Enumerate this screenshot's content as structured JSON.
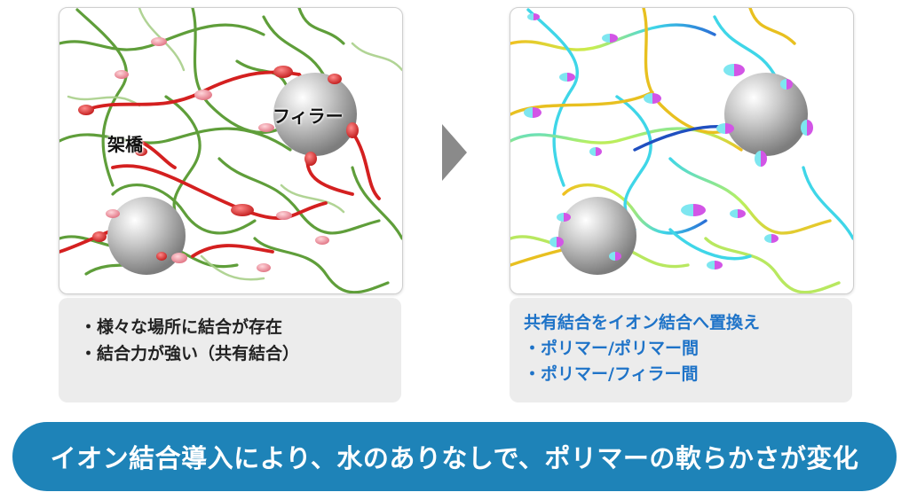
{
  "left_panel": {
    "label_crosslink": "架橋",
    "label_filler": "フィラー",
    "notes": [
      "・様々な場所に結合が存在",
      "・結合力が強い（共有結合）"
    ]
  },
  "right_panel": {
    "notes": [
      "共有結合をイオン結合へ置換え",
      "・ポリマー/ポリマー間",
      "・ポリマー/フィラー間"
    ]
  },
  "banner": {
    "text": "イオン結合導入により、水のありなしで、ポリマーの軟らかさが変化"
  },
  "colors": {
    "arrow": "#8a8a8a",
    "banner_bg": "#1e83b8",
    "right_note_text": "#1e73c8",
    "left_chain_green": "#5f9e3a",
    "left_chain_red": "#d42020",
    "crosslink_pink": "#f2a0a8",
    "right_chain_cyan": "#3fd6e8",
    "right_chain_yellow": "#e8c020",
    "right_chain_blue": "#1f4fc0",
    "ion_magenta": "#d255e6",
    "filler_gray": "#b8b8b8"
  }
}
